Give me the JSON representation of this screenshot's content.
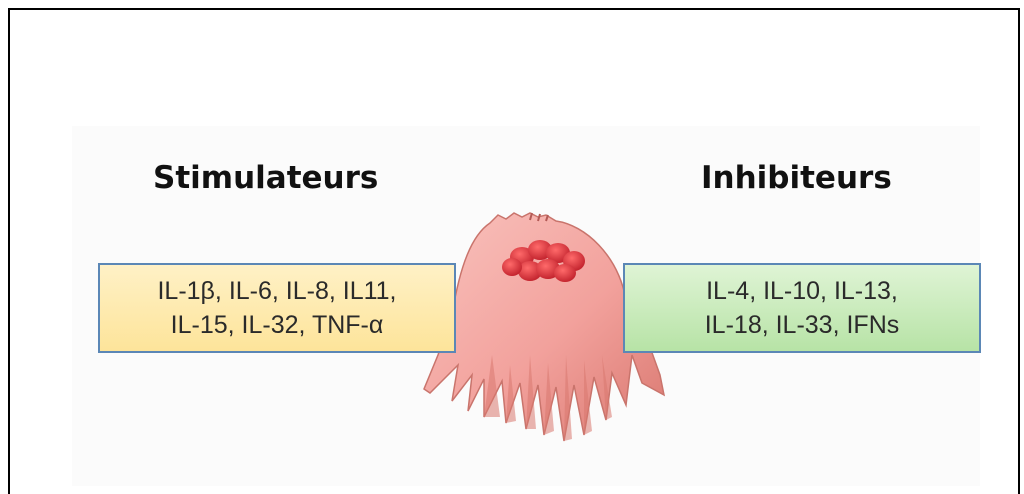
{
  "diagram": {
    "left_heading": "Stimulateurs",
    "right_heading": "Inhibiteurs",
    "stimulators": [
      "IL-1β, IL-6, IL-8, IL11,",
      "IL-15, IL-32, TNF-α"
    ],
    "inhibitors": [
      "IL-4, IL-10, IL-13,",
      "IL-18, IL-33, IFNs"
    ],
    "cell_icon": "osteoclast-icon",
    "colors": {
      "stimulator_box": "#fde49a",
      "inhibitor_box": "#b7e3a6",
      "box_border": "#5b87b6",
      "cell_body": "#f4a3a0",
      "nuclei": "#d9323d"
    }
  }
}
